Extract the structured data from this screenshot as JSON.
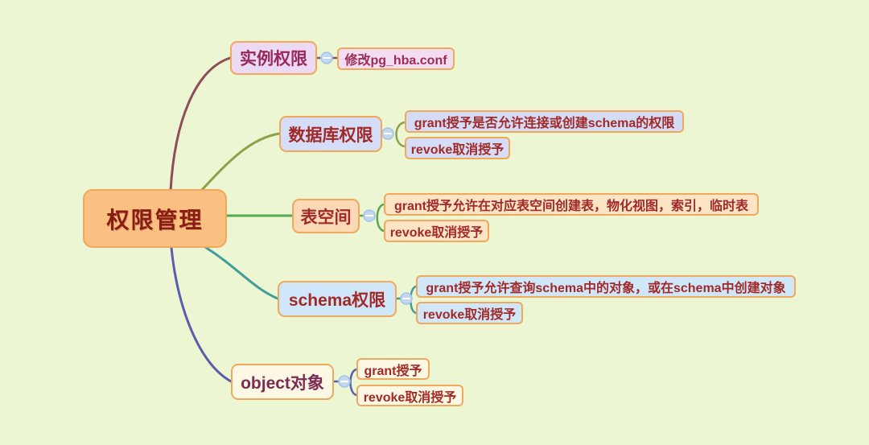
{
  "canvas": {
    "background": "#ecf6d2",
    "node_border_color": "#f0a85c"
  },
  "collapse_toggle": {
    "symbol": "minus",
    "fill": "#c3d8f0",
    "border": "#a3c4e6"
  },
  "root": {
    "label": "权限管理",
    "bg": "#f9c082",
    "text_color": "#8b1c14"
  },
  "branches": [
    {
      "label": "实例权限",
      "line_color": "#8e4d5a",
      "node_bg": "#ecd9f4",
      "text_color": "#98295b",
      "children": [
        {
          "label": "修改pg_hba.conf",
          "bg": "#f4ddf2",
          "text_color": "#9b2d55"
        }
      ]
    },
    {
      "label": "数据库权限",
      "line_color": "#8fa04a",
      "node_bg": "#d6ddf6",
      "text_color": "#a12a28",
      "children": [
        {
          "label": "grant授予是否允许连接或创建schema的权限",
          "bg": "#d3dbf5",
          "text_color": "#a12a28"
        },
        {
          "label": "revoke取消授予",
          "bg": "#d6ddf6",
          "text_color": "#a12a28"
        }
      ]
    },
    {
      "label": "表空间",
      "line_color": "#55aa50",
      "node_bg": "#fbd9b5",
      "text_color": "#a12a28",
      "children": [
        {
          "label": "grant授予允许在对应表空间创建表，物化视图，索引，临时表",
          "bg": "#fce4c5",
          "text_color": "#a12a28"
        },
        {
          "label": "revoke取消授予",
          "bg": "#fce4c5",
          "text_color": "#a12a28"
        }
      ]
    },
    {
      "label": "schema权限",
      "line_color": "#3f9e99",
      "node_bg": "#cfe7f8",
      "text_color": "#a12a28",
      "children": [
        {
          "label": "grant授予允许查询schema中的对象，或在schema中创建对象",
          "bg": "#cfe7f8",
          "text_color": "#a12a28"
        },
        {
          "label": "revoke取消授予",
          "bg": "#cfe7f8",
          "text_color": "#a12a28"
        }
      ]
    },
    {
      "label": "object对象",
      "line_color": "#5a5cac",
      "node_bg": "#fdf8e3",
      "text_color": "#7c2b55",
      "children": [
        {
          "label": "grant授予",
          "bg": "#fdf8e3",
          "text_color": "#a12a28"
        },
        {
          "label": "revoke取消授予",
          "bg": "#fdf8e3",
          "text_color": "#a12a28"
        }
      ]
    }
  ]
}
